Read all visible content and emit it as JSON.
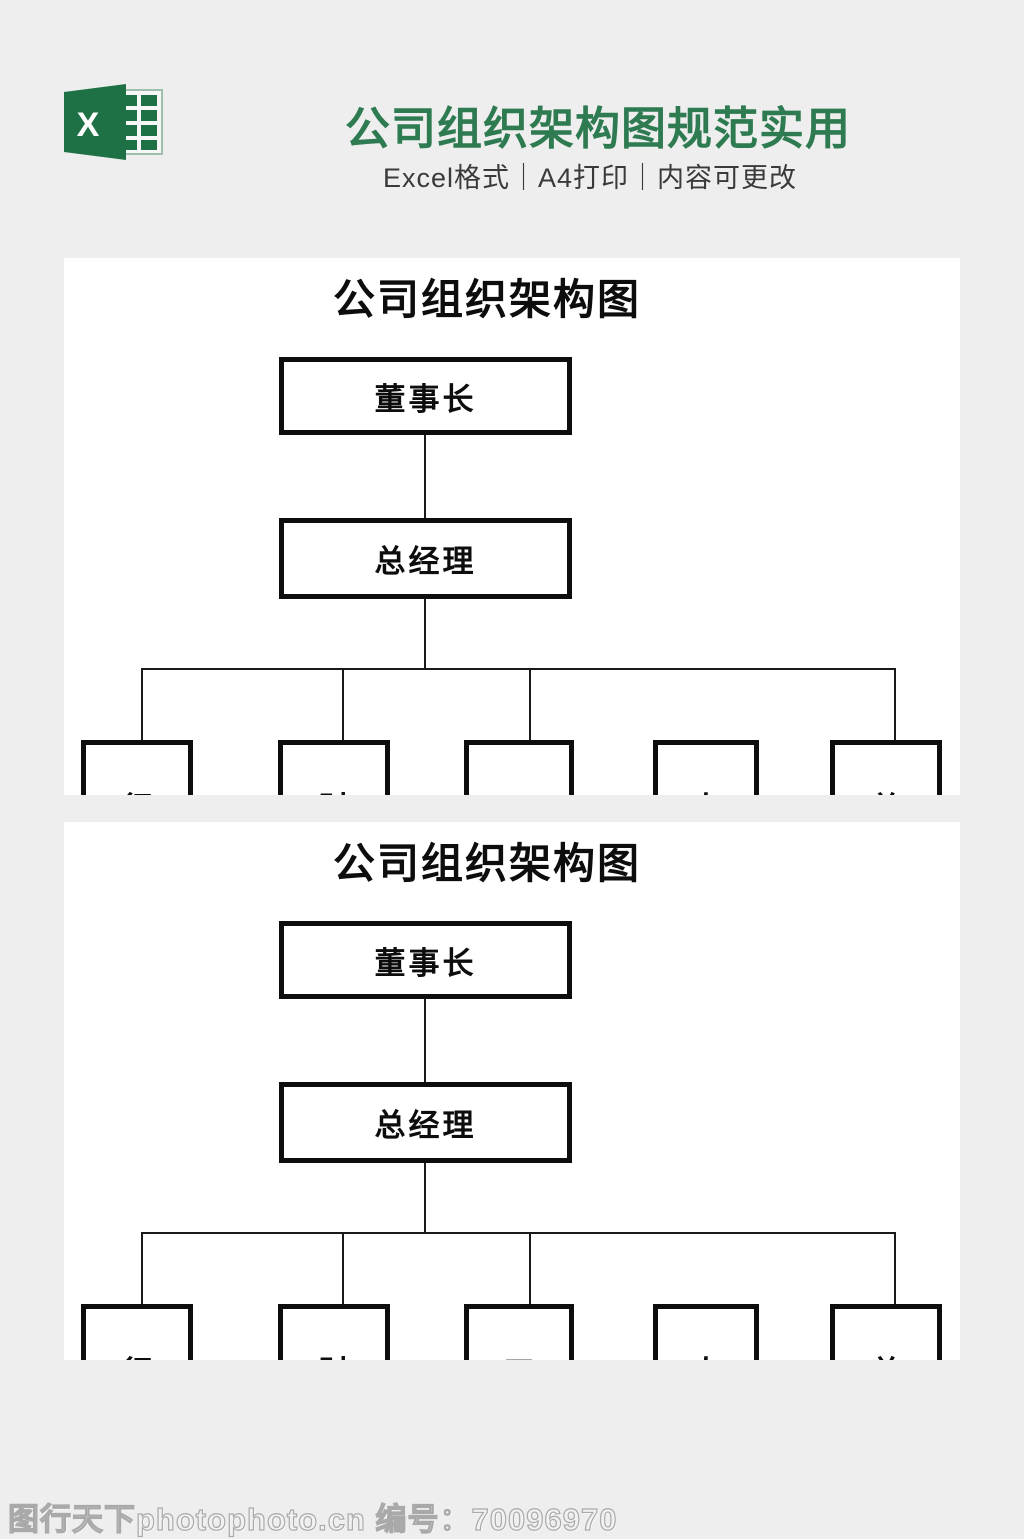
{
  "header": {
    "logo_letter": "X",
    "title": "公司组织架构图规范实用",
    "subtitle": "Excel格式｜A4打印｜内容可更改"
  },
  "org_chart": {
    "title": "公司组织架构图",
    "nodes": {
      "chairman": "董事长",
      "general_manager": "总经理"
    },
    "department_partials": [
      "行",
      "财",
      "工",
      "人",
      "总"
    ]
  },
  "footer": {
    "watermark": "图行天下photophoto.cn 编号：70096970"
  },
  "colors": {
    "background": "#eeeeee",
    "panel": "#ffffff",
    "brand_green": "#2e7b52",
    "excel_green": "#1e7145",
    "line": "#1a1a1a"
  }
}
